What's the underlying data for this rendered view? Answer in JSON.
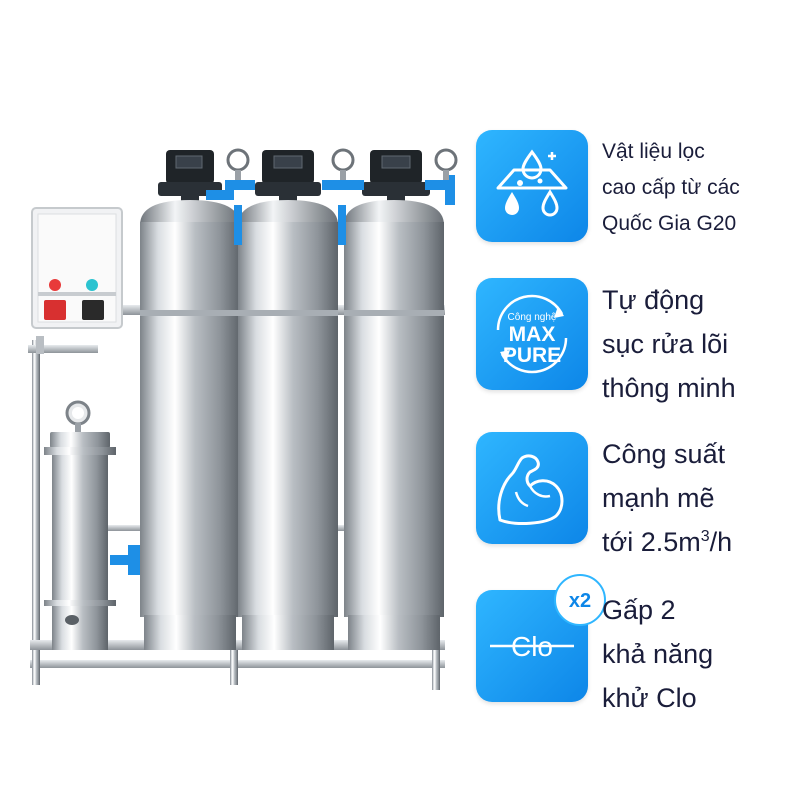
{
  "features": [
    {
      "icon": "water-drops-icon",
      "lines": [
        "Vật liệu lọc",
        "cao cấp từ các",
        "Quốc Gia G20"
      ]
    },
    {
      "icon": "max-pure-cycle-icon",
      "badge_small": "Công nghệ",
      "badge_line1": "MAX",
      "badge_line2": "PURE",
      "lines": [
        "Tự động",
        "sục rửa lõi",
        "thông minh"
      ]
    },
    {
      "icon": "flexed-arm-icon",
      "lines": [
        "Công suất",
        "mạnh mẽ"
      ],
      "line3_prefix": "tới 2.5m",
      "line3_sup": "3",
      "line3_suffix": "/h"
    },
    {
      "icon": "clo-icon",
      "badge_text": "Clo",
      "multiplier": "x2",
      "lines": [
        "Gấp 2",
        "khả năng",
        "khử Clo"
      ]
    }
  ],
  "colors": {
    "badge_start": "#2fb6ff",
    "badge_end": "#0d86e8",
    "text": "#1a1d3a"
  }
}
